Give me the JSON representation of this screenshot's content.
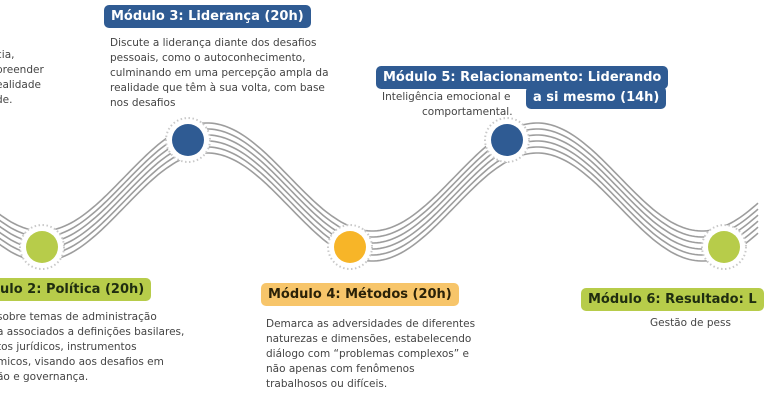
{
  "colors": {
    "blue": "#2f5b93",
    "green": "#b7cc4a",
    "orange": "#f7c56a",
    "wave": "#8c8c8c"
  },
  "modules": [
    {
      "id": "m1",
      "title": "",
      "dot_color": "#b7cc4a",
      "lines": [
        "cia,",
        "preender",
        "ealidade",
        "de."
      ]
    },
    {
      "id": "m2",
      "title": "ulo 2: Política (20h)",
      "dot_color": "#b7cc4a",
      "lines": [
        "sobre temas de administração",
        "a associados a definições basilares,",
        "tos jurídicos, instrumentos",
        "micos, visando aos desafios em",
        "ão e governança."
      ]
    },
    {
      "id": "m3",
      "title": "Módulo 3: Liderança (20h)",
      "dot_color": "#2f5b93",
      "lines": [
        "Discute a liderança diante dos desafios",
        "pessoais, como o autoconhecimento,",
        "culminando em uma percepção ampla da",
        "realidade que têm à sua volta, com base",
        "nos desafios"
      ]
    },
    {
      "id": "m4",
      "title": "Módulo 4: Métodos (20h)",
      "dot_color": "#f7b528",
      "lines": [
        "Demarca as adversidades de diferentes",
        "naturezas e dimensões, estabelecendo",
        "diálogo com “problemas complexos” e",
        "não apenas com fenômenos",
        "trabalhosos ou difíceis."
      ]
    },
    {
      "id": "m5",
      "title_line1": "Módulo 5: Relacionamento: Liderando",
      "title_line2": "a si mesmo (14h)",
      "dot_color": "#2f5b93",
      "lines": [
        "Inteligência emocional e",
        "comportamental."
      ]
    },
    {
      "id": "m6",
      "title": "Módulo 6: Resultado: L",
      "dot_color": "#b7cc4a",
      "lines": [
        "Gestão de pess"
      ]
    }
  ]
}
